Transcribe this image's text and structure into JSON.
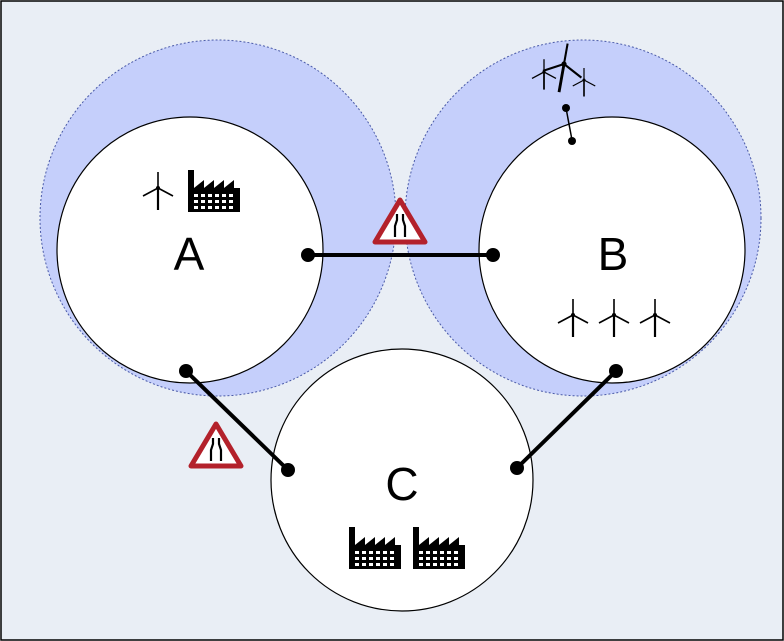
{
  "colors": {
    "background": "#e9eef5",
    "frame": "#000000",
    "zone_fill": "#c5cffb",
    "zone_stroke": "#4a5aa8",
    "node_fill": "#ffffff",
    "line": "#000000",
    "warning_red": "#b3212b",
    "warning_fill": "#ffffff"
  },
  "nodes": [
    {
      "id": "A",
      "label": "A",
      "icons": [
        "wind-turbine",
        "factory"
      ]
    },
    {
      "id": "B",
      "label": "B",
      "icons": [
        "wind-turbine",
        "wind-turbine",
        "wind-turbine"
      ]
    },
    {
      "id": "C",
      "label": "C",
      "icons": [
        "factory",
        "factory"
      ]
    }
  ],
  "connections": [
    {
      "from": "A",
      "to": "B",
      "warning": "road-narrows"
    },
    {
      "from": "A",
      "to": "C",
      "warning": "road-narrows"
    },
    {
      "from": "B",
      "to": "C",
      "warning": null
    }
  ],
  "offshore_wind_farm": {
    "attached_to": "B",
    "icon": "wind-farm"
  }
}
